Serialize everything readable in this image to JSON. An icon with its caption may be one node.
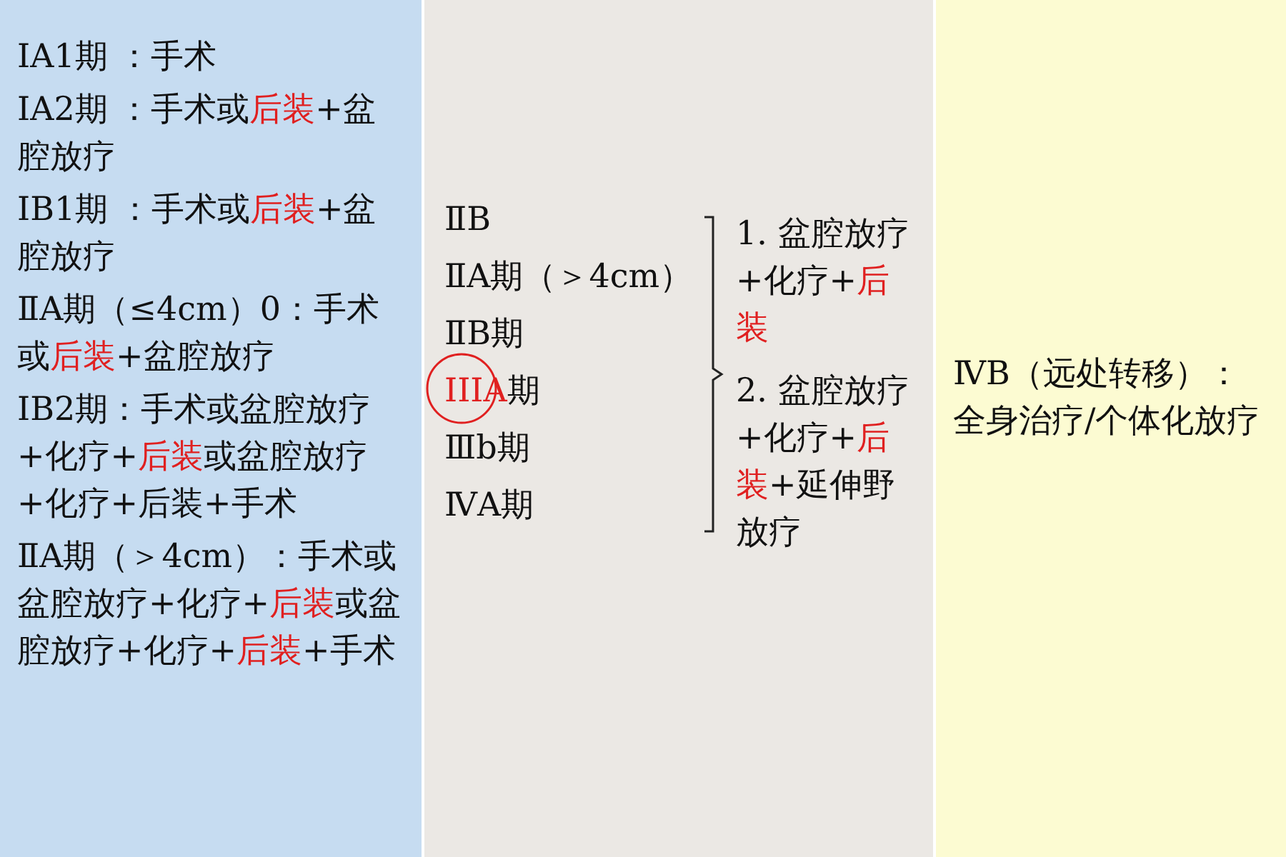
{
  "diagram": {
    "nodes": [
      {
        "text": [
          "IA1期 ：手术",
          "IA2期 ：手术或**后装**+盆腔放疗",
          "IB1期 ：手术或**后装**+盆腔放疗",
          "ⅡA期（≤4cm）0：手术或**后装**+盆腔放疗",
          "ⅠB2期：手术或盆腔放疗+化疗+**后装**或盆腔放疗+化疗+后装+手术",
          "ⅡA期（＞4cm）：手术或盆腔放疗+化疗+**后装**或盆腔放疗+化疗+**后装**+手术"
        ]
      },
      {
        "text": [
          "ⅡB",
          "ⅡA期（＞4cm）",
          "ⅡB期",
          "**IIIA**期",
          "Ⅲb期",
          "ⅣA期",
          "1. 盆腔放疗+化疗+**后装**",
          "2. 盆腔放疗+化疗+**后装**+延伸野放疗"
        ]
      },
      {
        "text": [
          "ⅣB（远处转移）：全身治疗/个体化放疗"
        ]
      }
    ]
  }
}
